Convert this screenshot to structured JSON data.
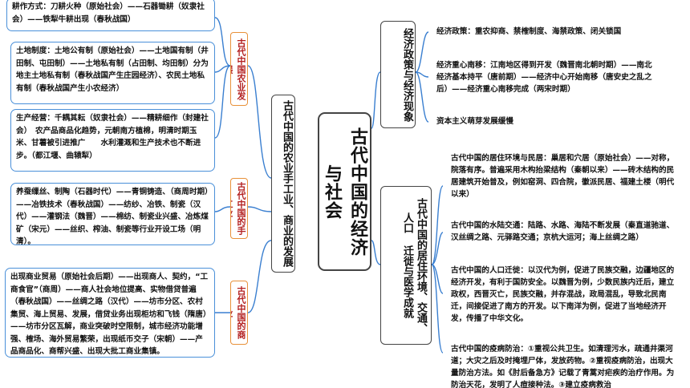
{
  "central": {
    "title": "古代中国的经济与社会"
  },
  "left_branch": {
    "label": "古代中国的农业手工业、商业的发展",
    "groups": [
      {
        "label": "古代中国农业发展",
        "boxes": [
          "耕作方式：刀耕火种（原始社会）——石器锄耕（奴隶社会）——铁犁牛耕出现（春秋战国）",
          "土地制度：土地公有制（原始社会）——土地国有制（井田制、屯田制）——土地私有制（占田制、均田制）分为地主土地私有制（春秋战国产生庄园经济）、农民土地私有制（春秋战国产生小农经济）",
          "生产经营：千耦其耘（奴隶社会）——精耕细作（封建社会）　农产品商品化趋势，元朝南方植棉，明清时期玉米、甘薯被引进推广　　水利灌溉和生产技术也不断进步。（都江堰、曲辕犁）"
        ]
      },
      {
        "label": "古代中国的手工业",
        "boxes": [
          "养蚕缫丝、制陶（石器时代）——青铜铸造、（商周时期）——冶铁技术（春秋战国）——纺纱、冶铁、制瓷（汉代）——灌钢法（魏晋）——棉纺、制瓷业兴盛、冶炼煤矿（宋元）——丝织、榨油、制瓷等行业开设工场（明清）。"
        ]
      },
      {
        "label": "古代中国的商业",
        "boxes": [
          "出现商业贸易（原始社会后期）——出现商人、契约，“工商食官”（商周）——商人社会地位提高、实物借贷普遍（春秋战国）——丝绸之路（汉代）——坊市分区、农村集贸、海上贸易、发展，借贷业务出现柜坊和飞钱（隋唐）——坊市分区瓦解，商业突破时空限制，城市经济功能增强、榷场、海外贸易繁荣，出现纸币交子（宋朝）——产品商品化、商帮兴盛、出现大批工商业集镇。"
        ]
      }
    ]
  },
  "right_branches": [
    {
      "label": "经济政策与经济现象",
      "items": [
        "经济政策：重农抑商、禁榷制度、海禁政策、闭关锁国",
        "经济重心南移：江南地区得到开发（魏晋南北朝时期）——南北经济基本持平（唐前期）——经济中心开始南移（唐安史之乱之后）——经济重心南移完成（两宋时期）",
        "资本主义萌芽发展缓慢"
      ]
    },
    {
      "label": "古代中国的居住环境、交通、人口",
      "label2": "迁徙与医学成就",
      "items": [
        "古代中国的居住环境与民居：巢居和穴居（原始社会）——对称，院落有序。普遍采用木构抬梁结构（秦朝以来）——砖木结构的民居建筑开始普及，例如窑洞、四合院，徽派民居、福建土楼（明代以来）",
        "古代中国的水陆交通：陆路、水路、海陆不断发展（秦直道驰道、汉丝绸之路、元驿路交通；京杭大运河；海上丝绸之路）",
        "古代中国的人口迁徙：以汉代为例，促进了民族交融，边疆地区的经济开发，有利于国防安全。以魏晋为例，少数民族内迁后，建立政权，西晋灭亡，民族交融，并存混战，政局混乱，导致北民南迁，间接促进了南方的开发。以下南洋为例，促进了当地经济开发，传播了中华文化。",
        "古代中国的疫病防治：①重视公共卫生。如清理污水，疏通井渠河道；大灾之后及时掩埋尸体，发放药物。②重视疫病防治，出现大量防治方法。如《肘后备急方》记载了青蒿对疟疾的治疗作用。为防治天花，发明了人痘接种法。③建立疫病救治"
      ]
    }
  ],
  "colors": {
    "box_border": "#4a90d9",
    "group_border": "#e8913a",
    "group_text": "#b32020",
    "line": "#3a7fd0"
  }
}
